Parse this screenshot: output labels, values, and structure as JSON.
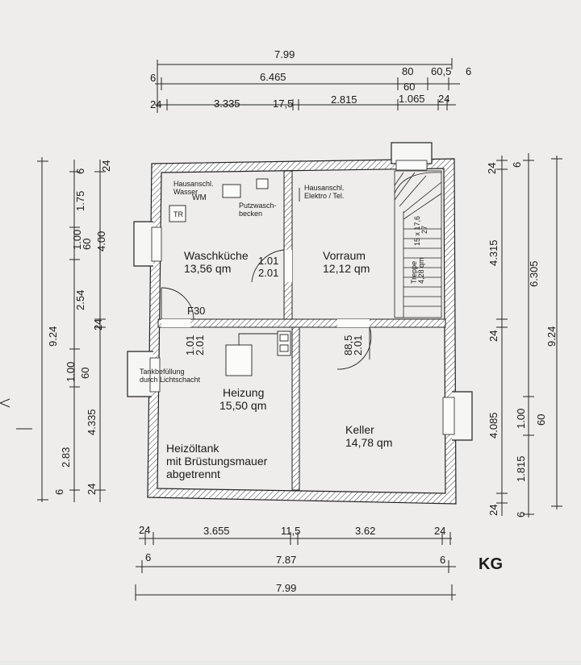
{
  "plan": {
    "floor_label": "KG",
    "rooms": {
      "waschkueche": {
        "name": "Waschküche",
        "area": "13,56 qm"
      },
      "vorraum": {
        "name": "Vorraum",
        "area": "12,12 qm"
      },
      "heizung": {
        "name": "Heizung",
        "area": "15,50 qm"
      },
      "keller": {
        "name": "Keller",
        "area": "14,78 qm"
      },
      "tank": {
        "line1": "Heizöltank",
        "line2": "mit Brüstungsmauer",
        "line3": "abgetrennt"
      }
    },
    "labels": {
      "hausanschl_wasser_1": "Hausanschl.",
      "hausanschl_wasser_2": "Wasser",
      "wm": "WM",
      "tr": "TR",
      "putzwaschbecken_1": "Putzwasch-",
      "putzwaschbecken_2": "becken",
      "hausanschl_elektro_1": "Hausanschl.",
      "hausanschl_elektro_2": "Elektro / Tel.",
      "treppe_1": "Treppe",
      "treppe_2": "4,28 qm",
      "treppe_3": "15 x 17,6",
      "treppe_4": "27",
      "f30": "F30",
      "tank_1": "Tankbefüllung",
      "tank_2": "durch Lichtschacht"
    },
    "doors": {
      "d1_w": "1.01",
      "d1_h": "2.01",
      "d2_w": "1.01",
      "d2_h": "2.01",
      "d3_w": "88,5",
      "d3_h": "2.01"
    },
    "dims_top": {
      "overall": "7.99",
      "row2_left": "6",
      "row2_mid": "6.465",
      "row2_r1": "80",
      "row2_r2": "60,5",
      "row2_r3": "6",
      "row2_sub": "60",
      "row3_a": "24",
      "row3_b": "3.335",
      "row3_c": "17,5",
      "row3_d": "2.815",
      "row3_e": "1.065",
      "row3_f": "24"
    },
    "dims_bottom": {
      "row1_a": "24",
      "row1_b": "3.655",
      "row1_c": "11,5",
      "row1_d": "3.62",
      "row1_e": "24",
      "row2_a": "6",
      "row2_b": "7.87",
      "row2_c": "6",
      "row3": "7.99"
    },
    "dims_left": {
      "overall": "9.24",
      "c1_6": "6",
      "c1_175": "1.75",
      "c1_100": "1.00",
      "c1_60": "60",
      "c1_254": "2.54",
      "c1_24": "24",
      "c1_100b": "1.00",
      "c1_60b": "60",
      "c1_283": "2.83",
      "c1_6b": "6",
      "c1_24b": "24",
      "c2_24": "24",
      "c2_400": "4.00",
      "c2_4335": "4.335"
    },
    "dims_right": {
      "c1_24": "24",
      "c1_6": "6",
      "c1_4315": "4.315",
      "c1_24b": "24",
      "c1_4085": "4.085",
      "c1_100": "1.00",
      "c1_60": "60",
      "c1_1815": "1.815",
      "c1_24c": "24",
      "c1_6b": "6",
      "c2_6305": "6.305",
      "overall": "9.24"
    }
  }
}
